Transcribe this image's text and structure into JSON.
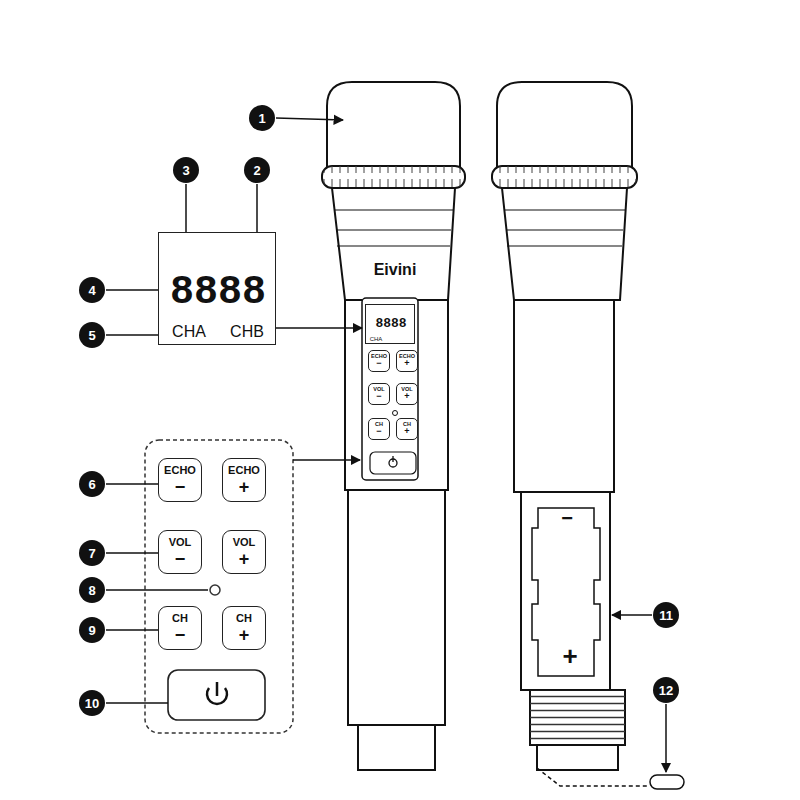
{
  "diagram": {
    "nodes": [
      {
        "text": [
          "1"
        ]
      },
      {
        "text": [
          "2"
        ]
      },
      {
        "text": [
          "3"
        ]
      },
      {
        "text": [
          "4"
        ]
      },
      {
        "text": [
          "5"
        ]
      },
      {
        "text": [
          "6"
        ]
      },
      {
        "text": [
          "7"
        ]
      },
      {
        "text": [
          "8"
        ]
      },
      {
        "text": [
          "9"
        ]
      },
      {
        "text": [
          "10"
        ]
      },
      {
        "text": [
          "11"
        ]
      },
      {
        "text": [
          "12"
        ]
      },
      {
        "text": [
          "8888",
          "CHA",
          "CHB"
        ]
      },
      {
        "text": [
          "ECHO",
          "−"
        ]
      },
      {
        "text": [
          "ECHO",
          "+"
        ]
      },
      {
        "text": [
          "VOL",
          "−"
        ]
      },
      {
        "text": [
          "VOL",
          "+"
        ]
      },
      {
        "text": [
          "CH",
          "−"
        ]
      },
      {
        "text": [
          "CH",
          "+"
        ]
      },
      {
        "text": [
          "8888",
          "CHA"
        ]
      },
      {
        "text": [
          "ECHO",
          "−"
        ]
      },
      {
        "text": [
          "ECHO",
          "+"
        ]
      },
      {
        "text": [
          "VOL",
          "−"
        ]
      },
      {
        "text": [
          "VOL",
          "+"
        ]
      },
      {
        "text": [
          "CH",
          "−"
        ]
      },
      {
        "text": [
          "CH",
          "+"
        ]
      }
    ],
    "labels": [
      "Eivini",
      "−",
      "+"
    ]
  }
}
